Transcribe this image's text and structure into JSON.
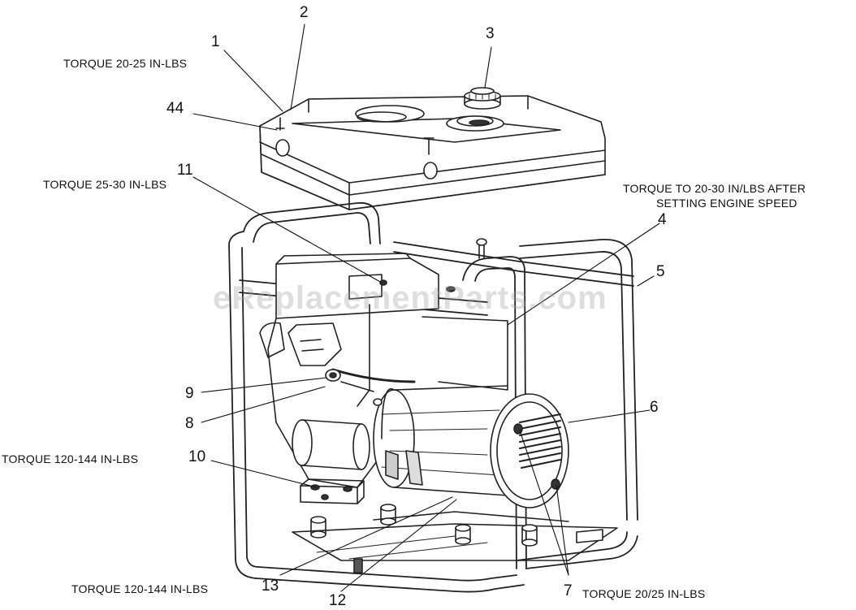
{
  "callouts": [
    {
      "id": "1",
      "text": "1"
    },
    {
      "id": "2",
      "text": "2"
    },
    {
      "id": "3",
      "text": "3"
    },
    {
      "id": "44",
      "text": "44"
    },
    {
      "id": "11",
      "text": "11"
    },
    {
      "id": "4",
      "text": "4"
    },
    {
      "id": "5",
      "text": "5"
    },
    {
      "id": "9",
      "text": "9"
    },
    {
      "id": "8",
      "text": "8"
    },
    {
      "id": "6",
      "text": "6"
    },
    {
      "id": "10",
      "text": "10"
    },
    {
      "id": "13",
      "text": "13"
    },
    {
      "id": "12",
      "text": "12"
    },
    {
      "id": "7",
      "text": "7"
    }
  ],
  "notes": {
    "torque_top": "TORQUE 20-25 IN-LBS",
    "torque_11": "TORQUE 25-30 IN-LBS",
    "torque_speed_line1": "TORQUE TO 20-30 IN/LBS AFTER",
    "torque_speed_line2": "SETTING ENGINE SPEED",
    "torque_10": "TORQUE 120-144 IN-LBS",
    "torque_13": "TORQUE 120-144 IN-LBS",
    "torque_7": "TORQUE 20/25 IN-LBS"
  },
  "watermark": "eReplacementParts.com"
}
